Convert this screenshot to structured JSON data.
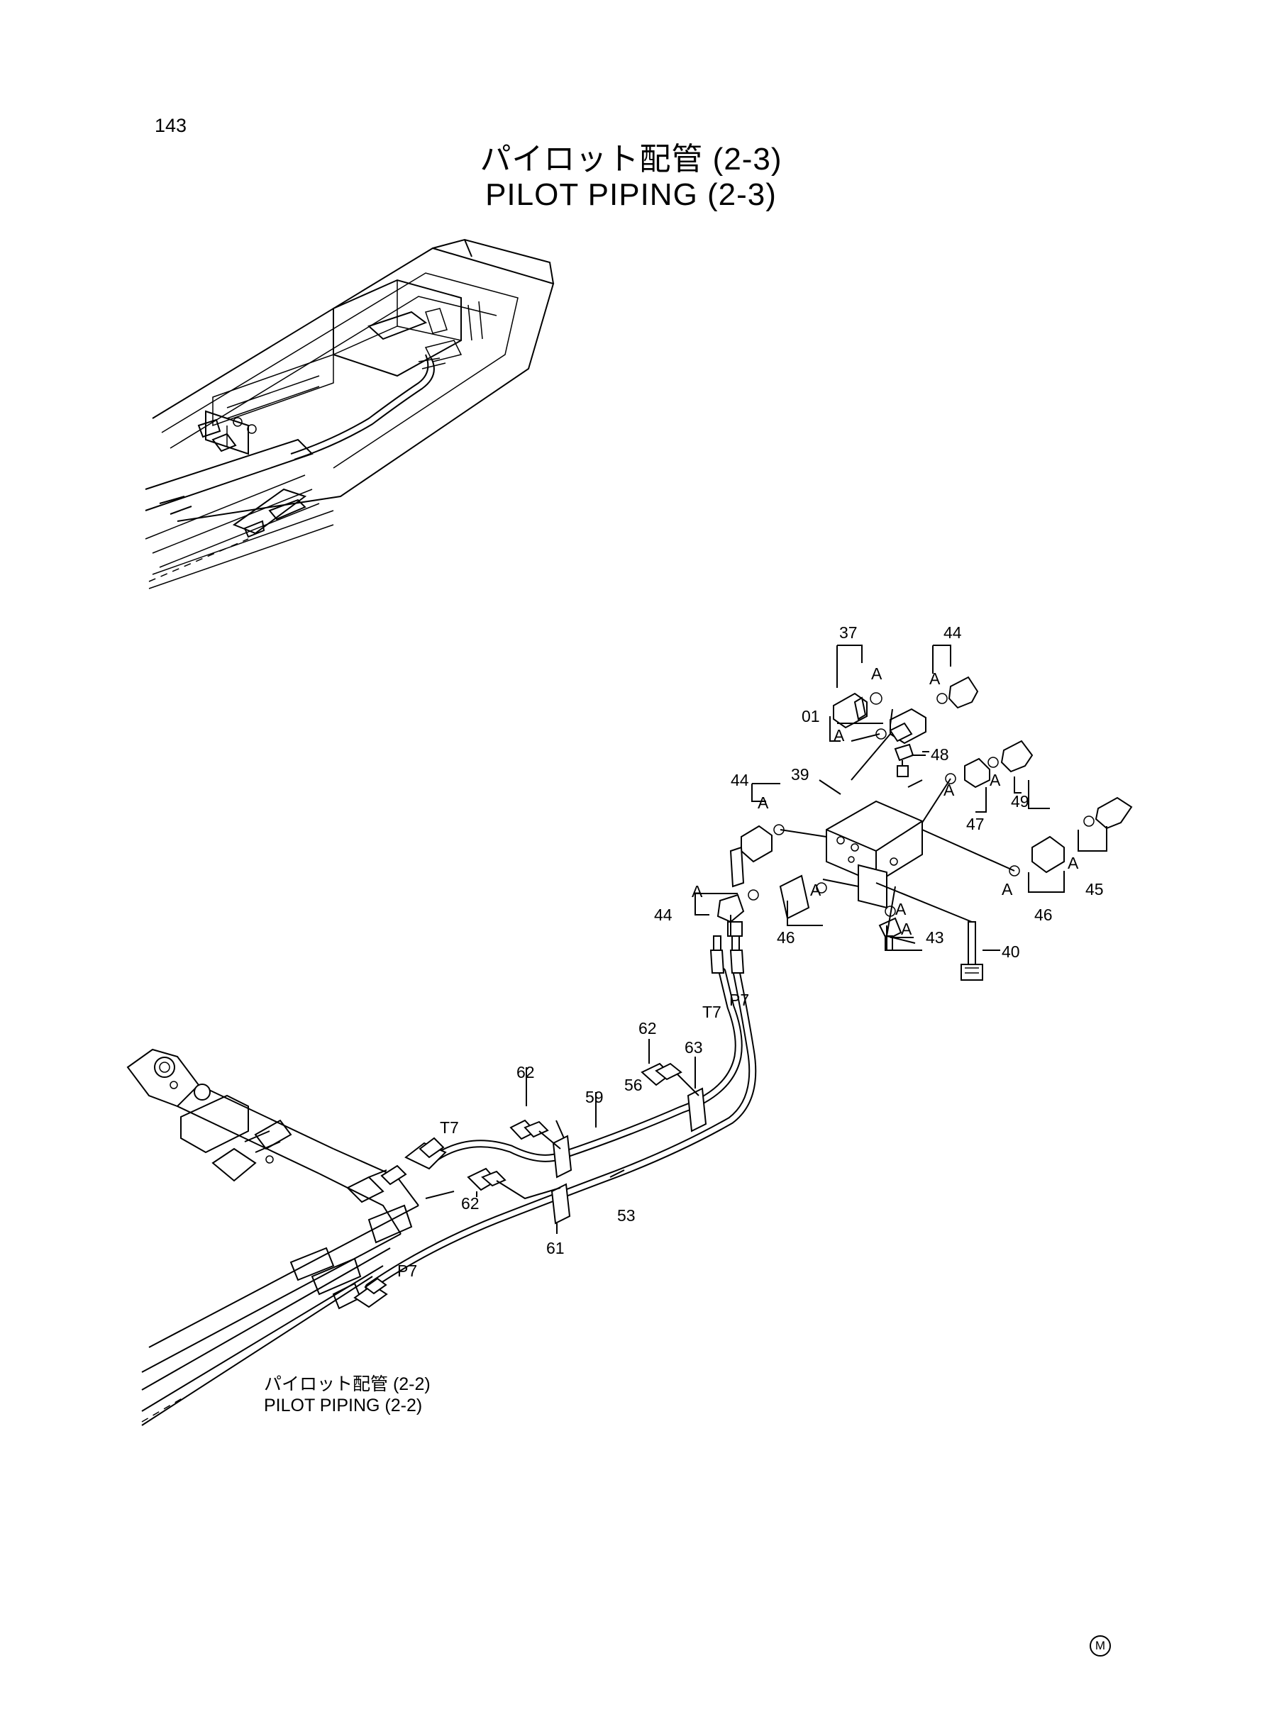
{
  "page_number": "143",
  "title_jp": "パイロット配管 (2-3)",
  "title_en": "PILOT PIPING (2-3)",
  "reference_jp": "パイロット配管 (2-2)",
  "reference_en": "PILOT PIPING (2-2)",
  "corner_mark": "M",
  "callouts": {
    "c37": "37",
    "c44a": "44",
    "c01": "01",
    "c48": "48",
    "c39": "39",
    "c44b": "44",
    "c47": "47",
    "c49": "49",
    "c45": "45",
    "c44c": "44",
    "c46a": "46",
    "c46b": "46",
    "c43": "43",
    "c40": "40",
    "c62a": "62",
    "c63": "63",
    "c62b": "62",
    "c59": "59",
    "c56": "56",
    "c62c": "62",
    "c53": "53",
    "c61": "61",
    "t7a": "T7",
    "p7a": "P7",
    "t7b": "T7",
    "p7b": "P7",
    "a1": "A",
    "a2": "A",
    "a3": "A",
    "a4": "A",
    "a5": "A",
    "a6": "A",
    "a7": "A",
    "a8": "A",
    "a9": "A",
    "a10": "A",
    "a11": "A",
    "a12": "A"
  }
}
